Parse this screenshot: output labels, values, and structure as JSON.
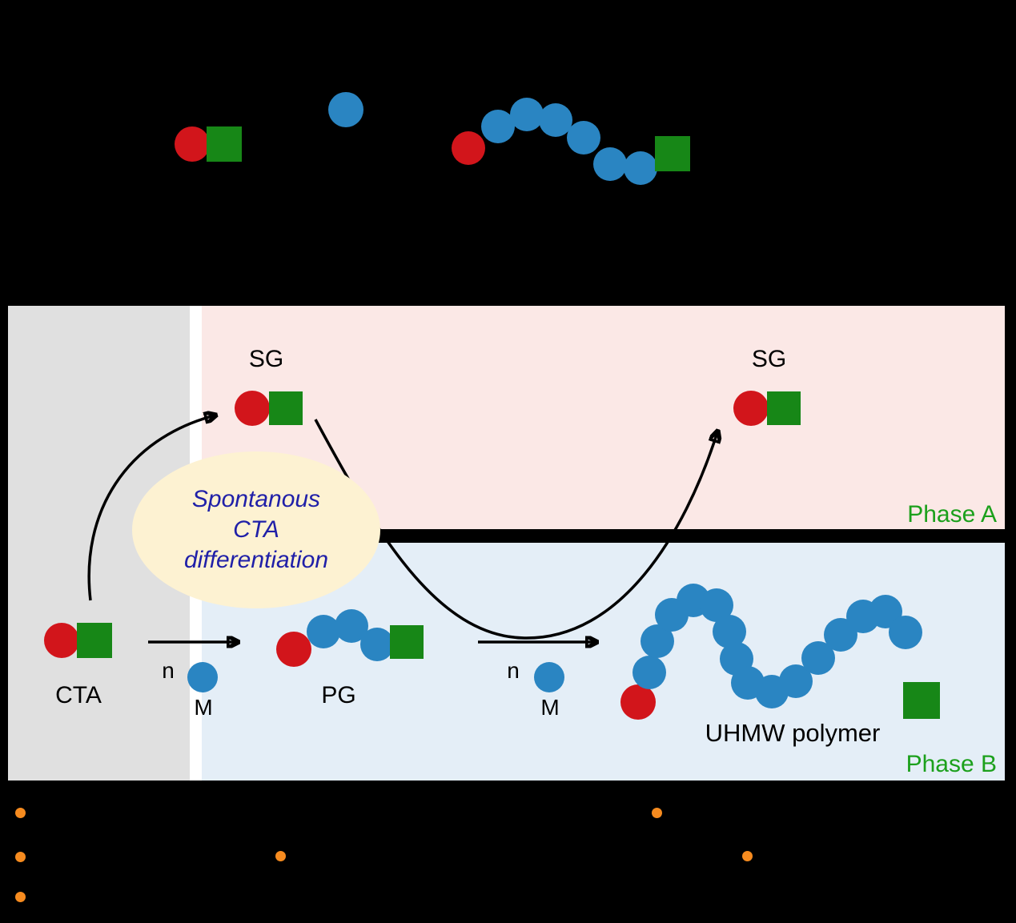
{
  "colors": {
    "page-bg": "#000000",
    "red": "#d2151b",
    "green": "#178717",
    "blue": "#2a85c2",
    "orange": "#f68b1f",
    "gray-box": "#e0e0e0",
    "phase-a-bg": "#fbe8e6",
    "phase-b-bg": "#e4eef7",
    "bubble-bg": "#fdf2d2",
    "bubble-text": "#2020a8",
    "phase-label": "#1ca01c",
    "arrow": "#000000",
    "label-text": "#000000"
  },
  "scheme": {
    "sg_left": "SG",
    "sg_right": "SG",
    "cta": "CTA",
    "pg": "PG",
    "uhmw": "UHMW polymer",
    "phase_a": "Phase A",
    "phase_b": "Phase B",
    "step1": {
      "n": "n",
      "m": "M"
    },
    "step2": {
      "n": "n",
      "m": "M"
    },
    "bubble": {
      "line1": "Spontanous",
      "line2": "CTA",
      "line3": "differentiation"
    }
  }
}
